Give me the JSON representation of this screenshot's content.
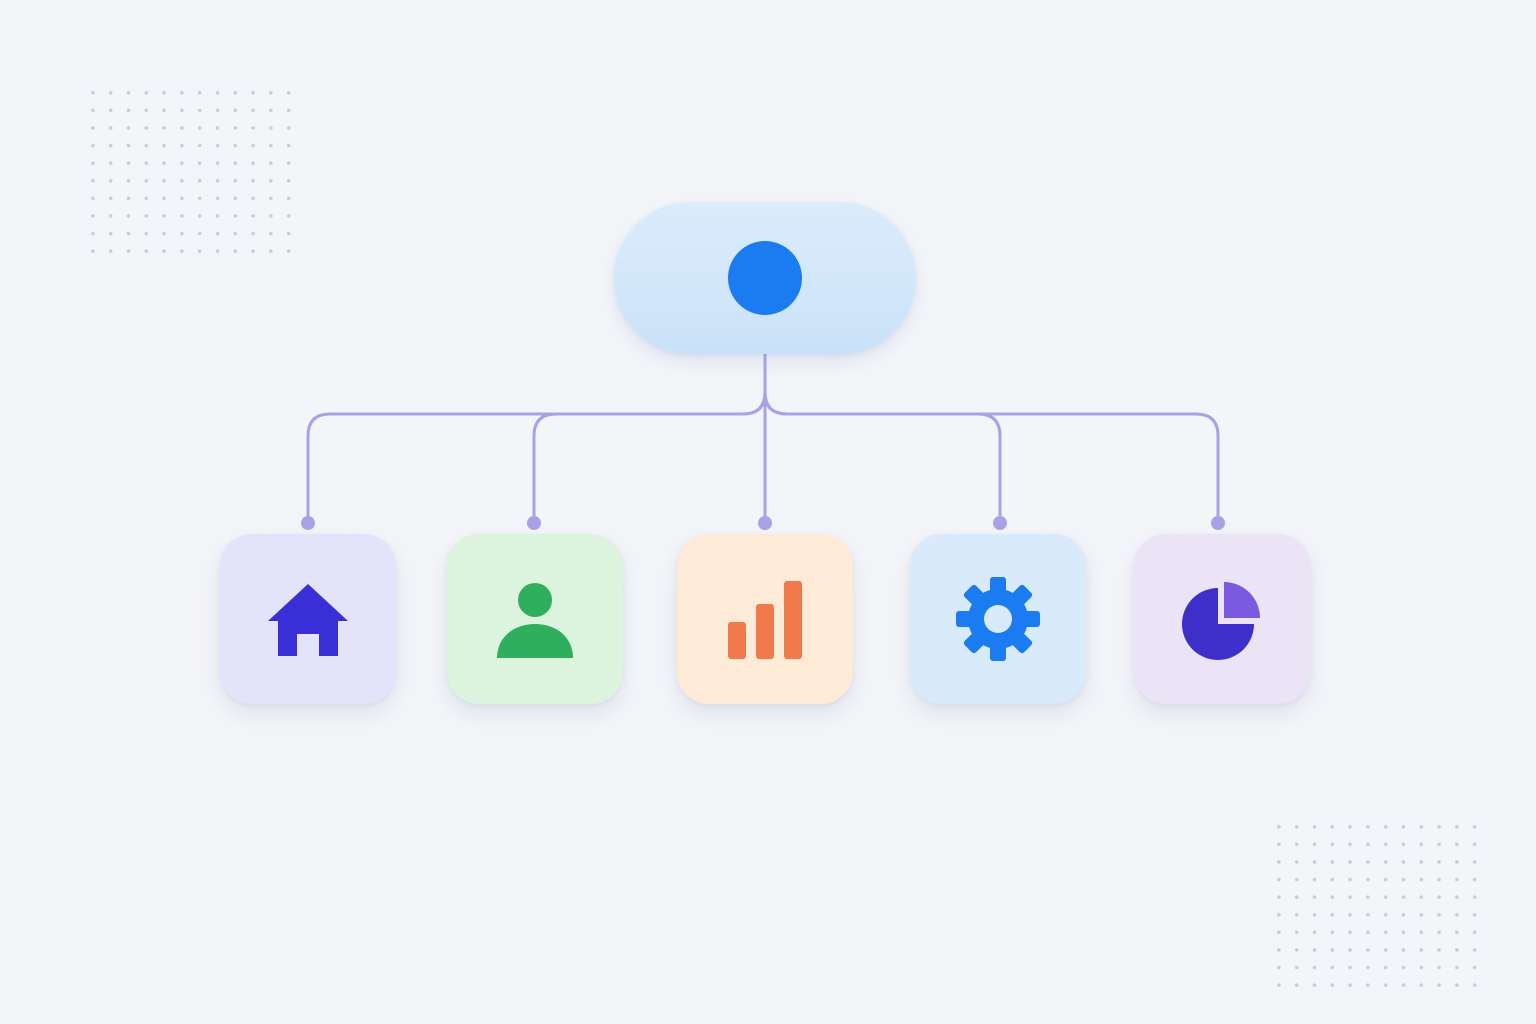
{
  "diagram": {
    "root": {
      "icon": "circle-dot",
      "color": "#1a7cf0",
      "background": "#d4e8fa"
    },
    "connector_color": "#a7a3e6",
    "children": [
      {
        "id": "home",
        "icon": "home-icon",
        "icon_color": "#3a2fd6",
        "background": "#e4e3fa"
      },
      {
        "id": "user",
        "icon": "user-icon",
        "icon_color": "#2fae5e",
        "background": "#dcf4de"
      },
      {
        "id": "analytics",
        "icon": "bar-chart-icon",
        "icon_color": "#f07a4c",
        "background": "#fdebd7"
      },
      {
        "id": "settings",
        "icon": "gear-icon",
        "icon_color": "#1a7cf0",
        "background": "#d9eafa"
      },
      {
        "id": "reports",
        "icon": "pie-chart-icon",
        "icon_color": "#3d2fc9",
        "accent_color": "#7b5ae0",
        "background": "#ebe4f7"
      }
    ]
  }
}
